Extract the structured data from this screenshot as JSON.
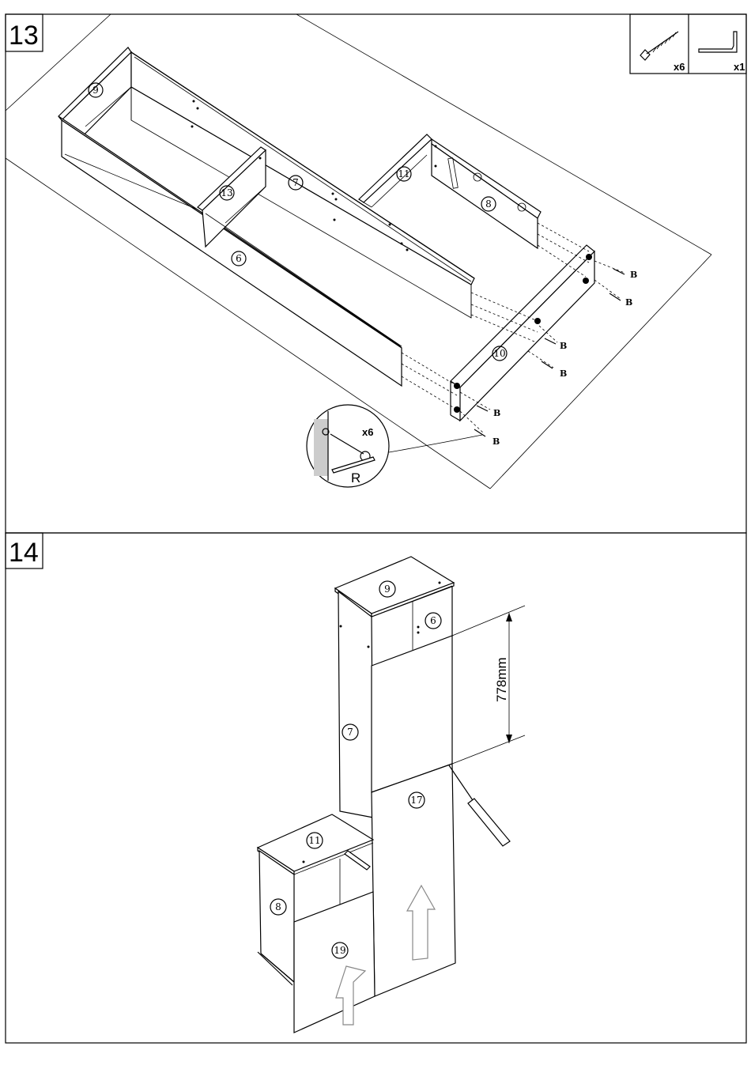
{
  "steps": [
    {
      "number": "13",
      "parts_box": {
        "screw_qty": "x6",
        "key_qty": "x1"
      },
      "panel_labels": {
        "p9": "9",
        "p13": "13",
        "p7": "7",
        "p6": "6",
        "p11": "11",
        "p8": "8",
        "p10": "10"
      },
      "screw_label": "B",
      "detail": {
        "qty": "x6",
        "tool": "R"
      }
    },
    {
      "number": "14",
      "panel_labels": {
        "p9": "9",
        "p6": "6",
        "p7": "7",
        "p17": "17",
        "p11": "11",
        "p8": "8",
        "p19": "19"
      },
      "dimension": "778mm"
    }
  ]
}
